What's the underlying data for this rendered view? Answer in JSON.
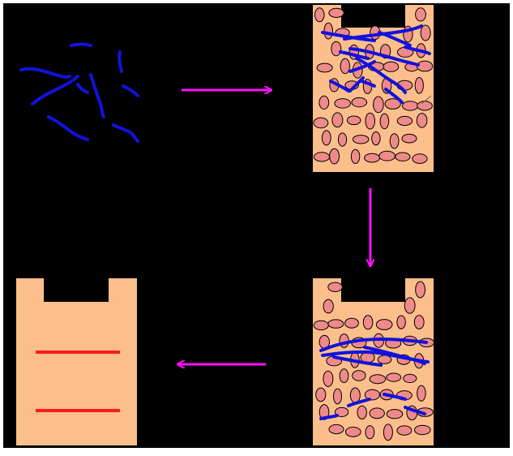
{
  "colors": {
    "background": "#000000",
    "border": "#ffffff",
    "gel": "#fcbf8b",
    "bead_fill": "#ef8a8a",
    "bead_stroke": "#000000",
    "dna": "#1212dd",
    "band": "#ff1a1a",
    "arrow": "#ff10ff"
  },
  "diagram": {
    "step_count": 4,
    "flow": [
      "fragments",
      "gel-loaded",
      "gel-separating",
      "gel-bands"
    ],
    "band_count": 2
  }
}
